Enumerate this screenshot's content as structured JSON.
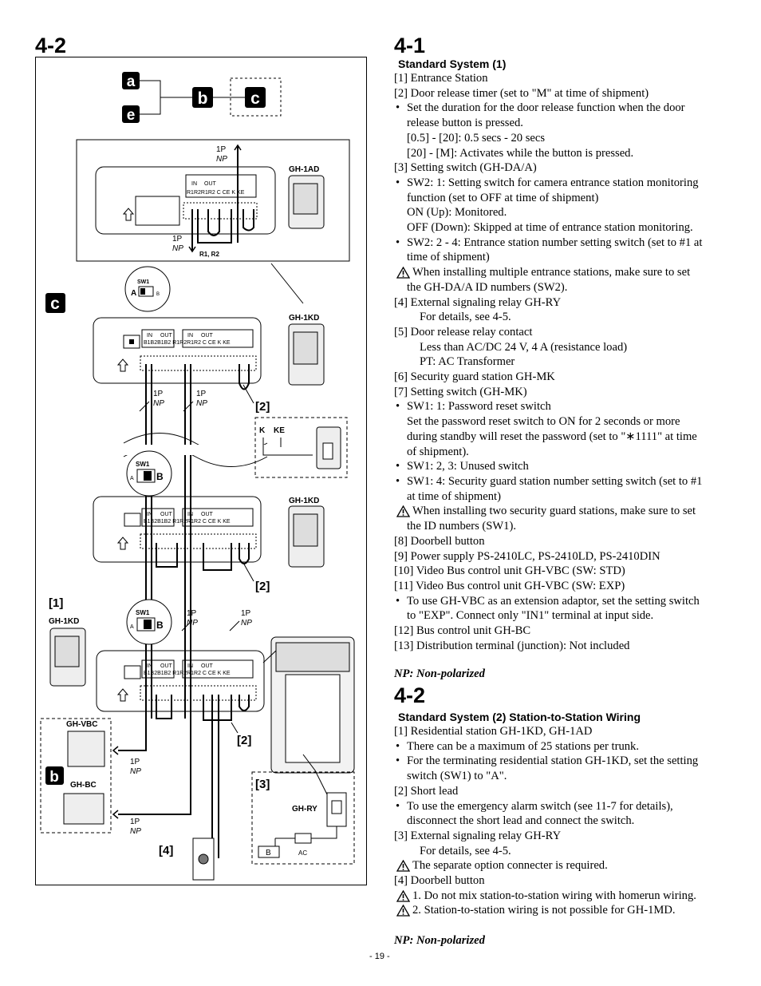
{
  "left": {
    "title": "4-2",
    "badges": {
      "a": "a",
      "b": "b",
      "c": "c",
      "e": "e"
    },
    "labels": {
      "gh1ad": "GH-1AD",
      "gh1kd": "GH-1KD",
      "ghvbc": "GH-VBC",
      "ghbc": "GH-BC",
      "ghry": "GH-RY",
      "sw1": "SW1",
      "one_p": "1P",
      "np": "NP",
      "r1r2": "R1, R2",
      "k": "K",
      "ke": "KE",
      "b_term": "B",
      "ac": "AC",
      "sw_a": "A",
      "sw_b": "B",
      "ref1": "[1]",
      "ref2": "[2]",
      "ref3": "[3]",
      "ref4": "[4]"
    },
    "terminals": {
      "in": "IN",
      "out": "OUT",
      "row_ad": "R1R2R1R2 C CE K KE",
      "row_kd": "B1B2B1B2 R1R2R1R2 C CE K KE"
    }
  },
  "right": {
    "title1": "4-1",
    "sub1": "Standard System (1)",
    "lines1": [
      {
        "t": "[1]    Entrance Station",
        "k": "p"
      },
      {
        "t": "[2]    Door release timer (set to \"M\" at time of shipment)",
        "k": "p"
      },
      {
        "t": "Set the duration for the door release function when the door",
        "k": "b"
      },
      {
        "t": "release button is pressed.",
        "k": "i"
      },
      {
        "t": "[0.5] - [20]: 0.5 secs - 20 secs",
        "k": "i"
      },
      {
        "t": "[20] - [M]: Activates while the button is pressed.",
        "k": "i"
      },
      {
        "t": "[3]    Setting switch (GH-DA/A)",
        "k": "p"
      },
      {
        "t": "SW2: 1: Setting switch for camera entrance station monitoring",
        "k": "b"
      },
      {
        "t": "function (set to OFF at time of shipment)",
        "k": "i"
      },
      {
        "t": "ON (Up): Monitored.",
        "k": "i"
      },
      {
        "t": "OFF (Down): Skipped at time of entrance station monitoring.",
        "k": "i"
      },
      {
        "t": "SW2: 2 - 4: Entrance station number setting switch (set to #1 at",
        "k": "b"
      },
      {
        "t": "time of shipment)",
        "k": "i"
      },
      {
        "t": "When installing multiple entrance stations, make sure to set",
        "k": "w"
      },
      {
        "t": "the GH-DA/A ID numbers (SW2).",
        "k": "i"
      },
      {
        "t": "[4]    External signaling relay GH-RY",
        "k": "p"
      },
      {
        "t": "For details, see 4-5.",
        "k": "i2"
      },
      {
        "t": "[5]    Door release relay contact",
        "k": "p"
      },
      {
        "t": "Less than AC/DC 24 V, 4 A (resistance load)",
        "k": "i2"
      },
      {
        "t": "PT: AC Transformer",
        "k": "i2"
      },
      {
        "t": "[6]    Security guard station GH-MK",
        "k": "p"
      },
      {
        "t": "[7]    Setting switch (GH-MK)",
        "k": "p"
      },
      {
        "t": "SW1: 1: Password reset switch",
        "k": "b"
      },
      {
        "t": "Set the password reset switch to ON for 2 seconds or more",
        "k": "i"
      },
      {
        "t": "during standby will reset the password (set to \"∗1111\" at time",
        "k": "i"
      },
      {
        "t": "of shipment).",
        "k": "i"
      },
      {
        "t": "SW1: 2, 3: Unused switch",
        "k": "b"
      },
      {
        "t": "SW1: 4: Security guard station number setting switch (set to #1",
        "k": "b"
      },
      {
        "t": "at time of shipment)",
        "k": "i"
      },
      {
        "t": "When installing two security guard stations, make sure to set",
        "k": "w"
      },
      {
        "t": "the ID numbers (SW1).",
        "k": "i"
      },
      {
        "t": "[8]    Doorbell button",
        "k": "p"
      },
      {
        "t": "[9]    Power supply PS-2410LC, PS-2410LD, PS-2410DIN",
        "k": "p"
      },
      {
        "t": "[10]  Video Bus control unit GH-VBC (SW: STD)",
        "k": "p"
      },
      {
        "t": "[11]  Video Bus control unit GH-VBC (SW: EXP)",
        "k": "p"
      },
      {
        "t": "To use GH-VBC as an extension adaptor, set the setting switch",
        "k": "b"
      },
      {
        "t": "to \"EXP\". Connect only \"IN1\" terminal at input side.",
        "k": "i"
      },
      {
        "t": "[12]  Bus control unit GH-BC",
        "k": "p"
      },
      {
        "t": "[13]  Distribution terminal (junction): Not included",
        "k": "p"
      }
    ],
    "np1": "NP: Non-polarized",
    "title2": "4-2",
    "sub2": "Standard System (2) Station-to-Station Wiring",
    "lines2": [
      {
        "t": "[1]  Residential station GH-1KD, GH-1AD",
        "k": "p"
      },
      {
        "t": "There can be a maximum of 25 stations per trunk.",
        "k": "b"
      },
      {
        "t": "For the terminating residential station GH-1KD, set the setting",
        "k": "b"
      },
      {
        "t": "switch (SW1) to \"A\".",
        "k": "i"
      },
      {
        "t": "[2]  Short lead",
        "k": "p"
      },
      {
        "t": "To use the emergency alarm switch (see 11-7 for details),",
        "k": "b"
      },
      {
        "t": "disconnect the short lead and connect the switch.",
        "k": "i"
      },
      {
        "t": "[3]  External signaling relay GH-RY",
        "k": "p"
      },
      {
        "t": "For details, see 4-5.",
        "k": "i2"
      },
      {
        "t": "The separate option connecter is required.",
        "k": "w"
      },
      {
        "t": "[4]  Doorbell button",
        "k": "p"
      },
      {
        "t": "1. Do not mix station-to-station wiring with homerun wiring.",
        "k": "w"
      },
      {
        "t": "2. Station-to-station wiring is not possible for GH-1MD.",
        "k": "w"
      }
    ],
    "np2": "NP: Non-polarized"
  },
  "footer": {
    "page": "- 19 -"
  }
}
